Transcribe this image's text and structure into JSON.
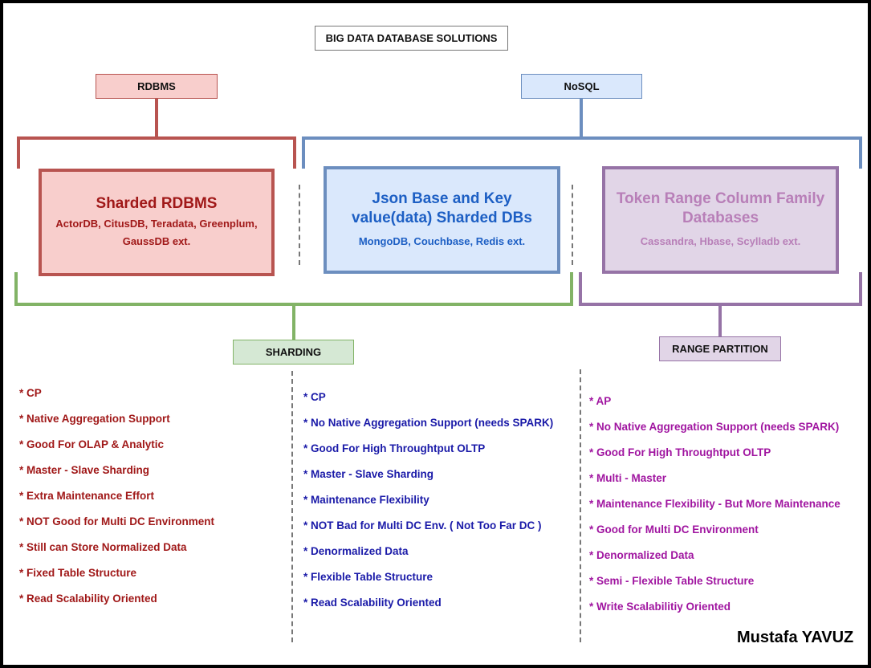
{
  "title": "BIG DATA DATABASE SOLUTIONS",
  "categories": {
    "rdbms": "RDBMS",
    "nosql": "NoSQL",
    "sharding": "SHARDING",
    "range_partition": "RANGE PARTITION"
  },
  "boxes": {
    "sharded_rdbms": {
      "title": "Sharded RDBMS",
      "examples_line1": "ActorDB, CitusDB, Teradata, Greenplum,",
      "examples_line2": "GaussDB  ext."
    },
    "json_kv": {
      "title_line1": "Json Base and Key",
      "title_line2": "value(data) Sharded DBs",
      "examples": "MongoDB, Couchbase, Redis ext."
    },
    "token_range": {
      "title_line1": "Token Range Column Family",
      "title_line2": "Databases",
      "examples": "Cassandra, Hbase, Scylladb ext."
    }
  },
  "features": {
    "rdbms": [
      "* CP",
      "* Native Aggregation Support",
      "* Good For OLAP & Analytic",
      "* Master - Slave Sharding",
      "* Extra Maintenance Effort",
      "* NOT Good for Multi DC Environment",
      "* Still can Store Normalized Data",
      "* Fixed Table Structure",
      "* Read Scalability Oriented"
    ],
    "json_kv": [
      "* CP",
      "* No Native Aggregation Support (needs SPARK)",
      "* Good For High Throughtput OLTP",
      "* Master - Slave Sharding",
      "* Maintenance Flexibility",
      "* NOT Bad for Multi DC Env. ( Not Too Far DC )",
      "* Denormalized Data",
      "* Flexible Table Structure",
      "* Read Scalability Oriented"
    ],
    "token_range": [
      "* AP",
      "* No Native Aggregation Support (needs SPARK)",
      "* Good For High Throughtput OLTP",
      "* Multi - Master",
      "* Maintenance Flexibility - But More Maintenance",
      "* Good for Multi DC Environment",
      "* Denormalized Data",
      "* Semi - Flexible Table Structure",
      "* Write Scalabilitiy Oriented"
    ]
  },
  "author": "Mustafa YAVUZ",
  "colors": {
    "red_border": "#b85450",
    "red_fill": "#f8cecc",
    "red_text": "#a01818",
    "blue_border": "#6c8ebf",
    "blue_fill": "#dae8fc",
    "blue_text": "#1d5fc4",
    "blue_list": "#1a1aa8",
    "purple_border": "#9673a6",
    "purple_fill": "#e1d5e7",
    "purple_text": "#b87fb8",
    "purple_list": "#a015a0",
    "green_border": "#82b366",
    "green_fill": "#d5e8d4"
  }
}
